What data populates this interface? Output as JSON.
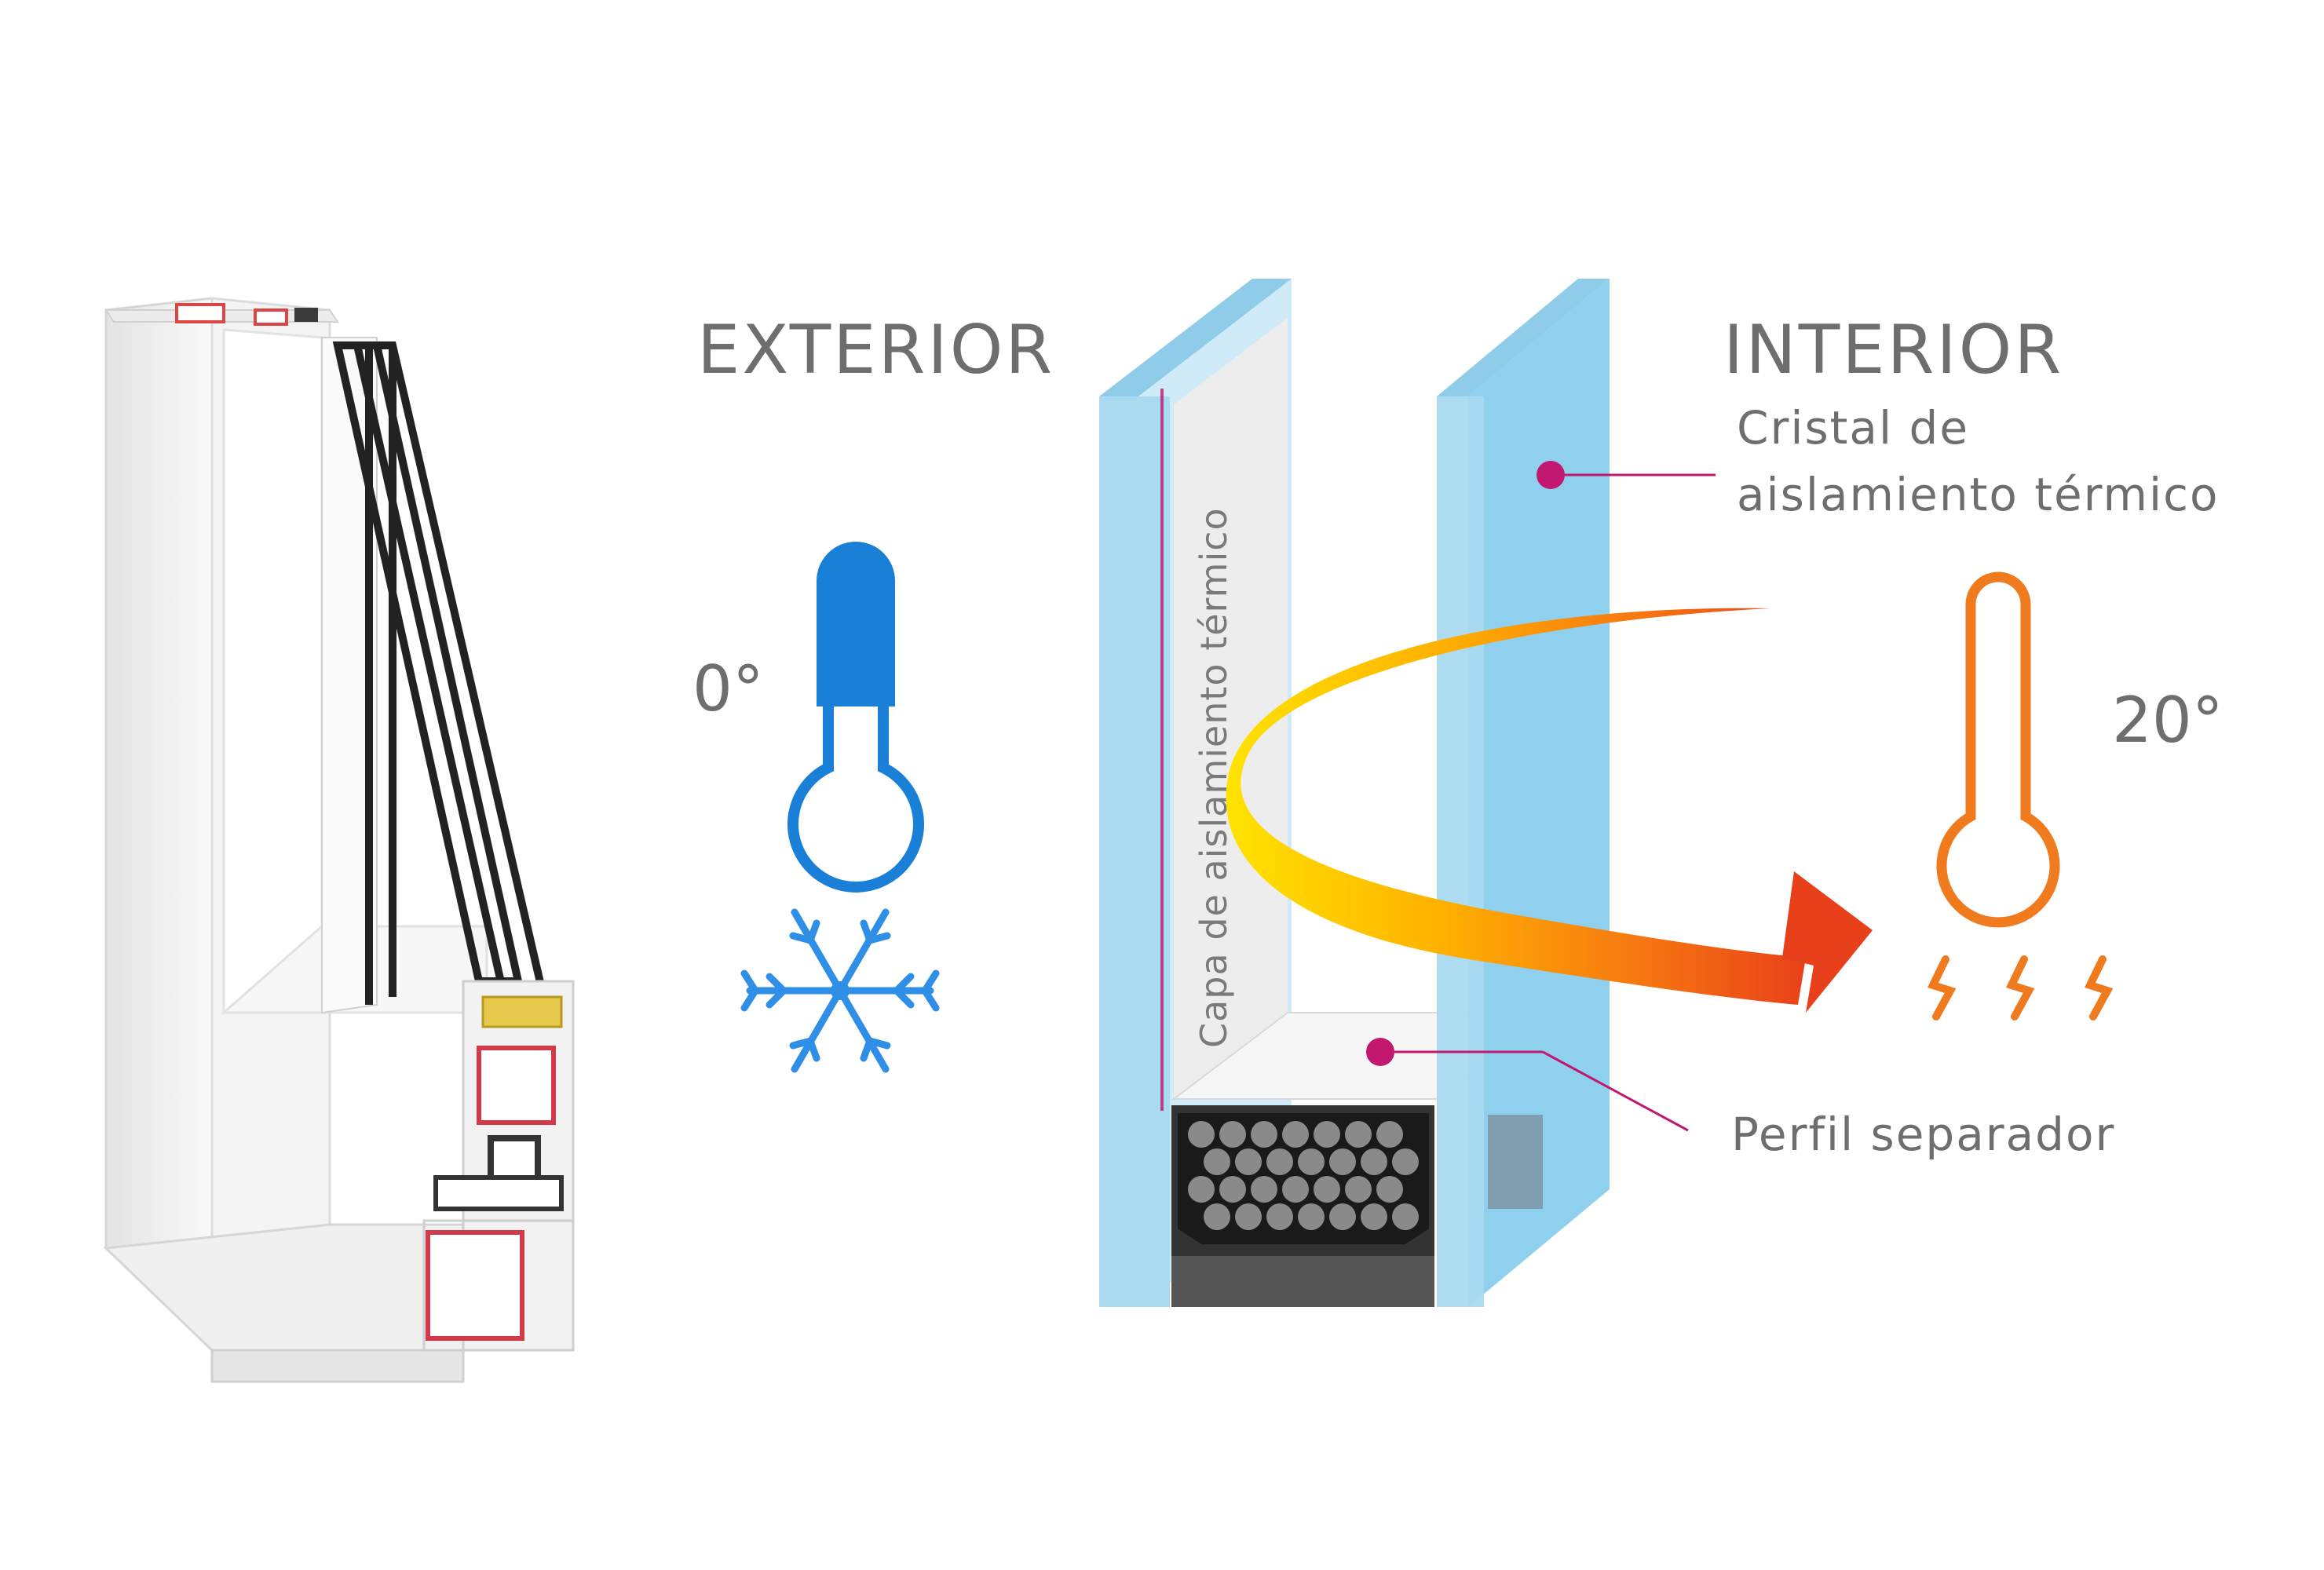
{
  "labels": {
    "exterior": "EXTERIOR",
    "interior": "INTERIOR",
    "exterior_temp": "0°",
    "interior_temp": "20°",
    "glass_line1": "Cristal de",
    "glass_line2": "aislamiento térmico",
    "insulation_layer": "Capa de aislamiento térmico",
    "spacer_profile": "Perfil separador"
  },
  "icons": {
    "cold": "thermometer-cold-icon",
    "snow": "snowflake-icon",
    "warm": "thermometer-warm-icon",
    "heat": "heat-waves-icon",
    "flow": "heat-flow-arrow"
  },
  "colors": {
    "cold": "#1a7fd6",
    "warm": "#f07a1e",
    "glass": "#a9daf0",
    "glass_edge": "#8fcce9",
    "marker": "#c2186f",
    "text": "#6e6e6e"
  }
}
